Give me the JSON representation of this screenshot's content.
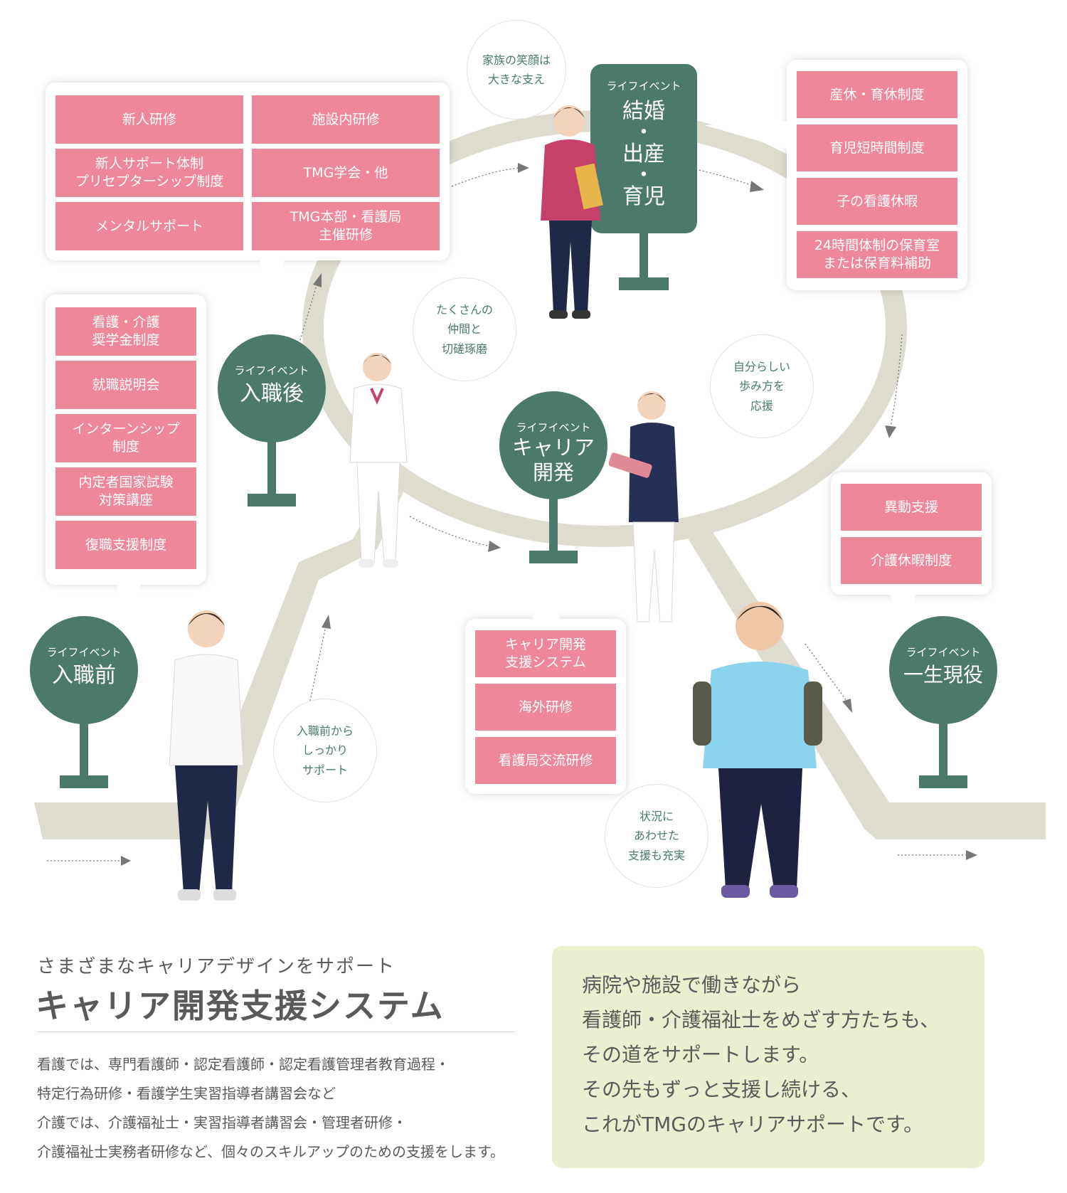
{
  "signs": {
    "before": {
      "small": "ライフイベント",
      "big": "入職前"
    },
    "after": {
      "small": "ライフイベント",
      "big": "入職後"
    },
    "marriage": {
      "small": "ライフイベント",
      "big": "結婚\n・\n出産\n・\n育児"
    },
    "career": {
      "small": "ライフイベント",
      "big": "キャリア\n開発"
    },
    "lifelong": {
      "small": "ライフイベント",
      "big": "一生現役"
    }
  },
  "boxes": {
    "training": [
      "新人研修",
      "施設内研修",
      "新人サポート体制\nプリセプターシップ制度",
      "TMG学会・他",
      "メンタルサポート",
      "TMG本部・看護局\n主催研修"
    ],
    "prehire": [
      "看護・介護\n奨学金制度",
      "就職説明会",
      "インターンシップ\n制度",
      "内定者国家試験\n対策講座",
      "復職支援制度"
    ],
    "childcare": [
      "産休・育休制度",
      "育児短時間制度",
      "子の看護休暇",
      "24時間体制の保育室\nまたは保育料補助"
    ],
    "career": [
      "キャリア開発\n支援システム",
      "海外研修",
      "看護局交流研修"
    ],
    "lifelong": [
      "異動支援",
      "介護休暇制度"
    ]
  },
  "bubbles": {
    "family": "家族の笑顔は\n大きな支え",
    "friends": "たくさんの\n仲間と\n切磋琢磨",
    "own": "自分らしい\n歩み方を\n応援",
    "prehire": "入職前から\nしっかり\nサポート",
    "situation": "状況に\nあわせた\n支援も充実"
  },
  "section": {
    "subtitle": "さまざまなキャリアデザインをサポート",
    "title": "キャリア開発支援システム",
    "description": [
      "看護では、専門看護師・認定看護師・認定看護管理者教育過程・",
      "特定行為研修・看護学生実習指導者講習会など",
      "介護では、介護福祉士・実習指導者講習会・管理者研修・",
      "介護福祉士実務者研修など、個々のスキルアップのための支援をします。"
    ]
  },
  "message": [
    "病院や施設で働きながら",
    "看護師・介護福祉士をめざす方たちも、",
    "その道をサポートします。",
    "その先もずっと支援し続ける、",
    "これがTMGのキャリアサポートです。"
  ],
  "colors": {
    "pink": "#ee8899",
    "green": "#4b7a6d",
    "road": "#dedccf",
    "panel": "#e8f0cf"
  }
}
